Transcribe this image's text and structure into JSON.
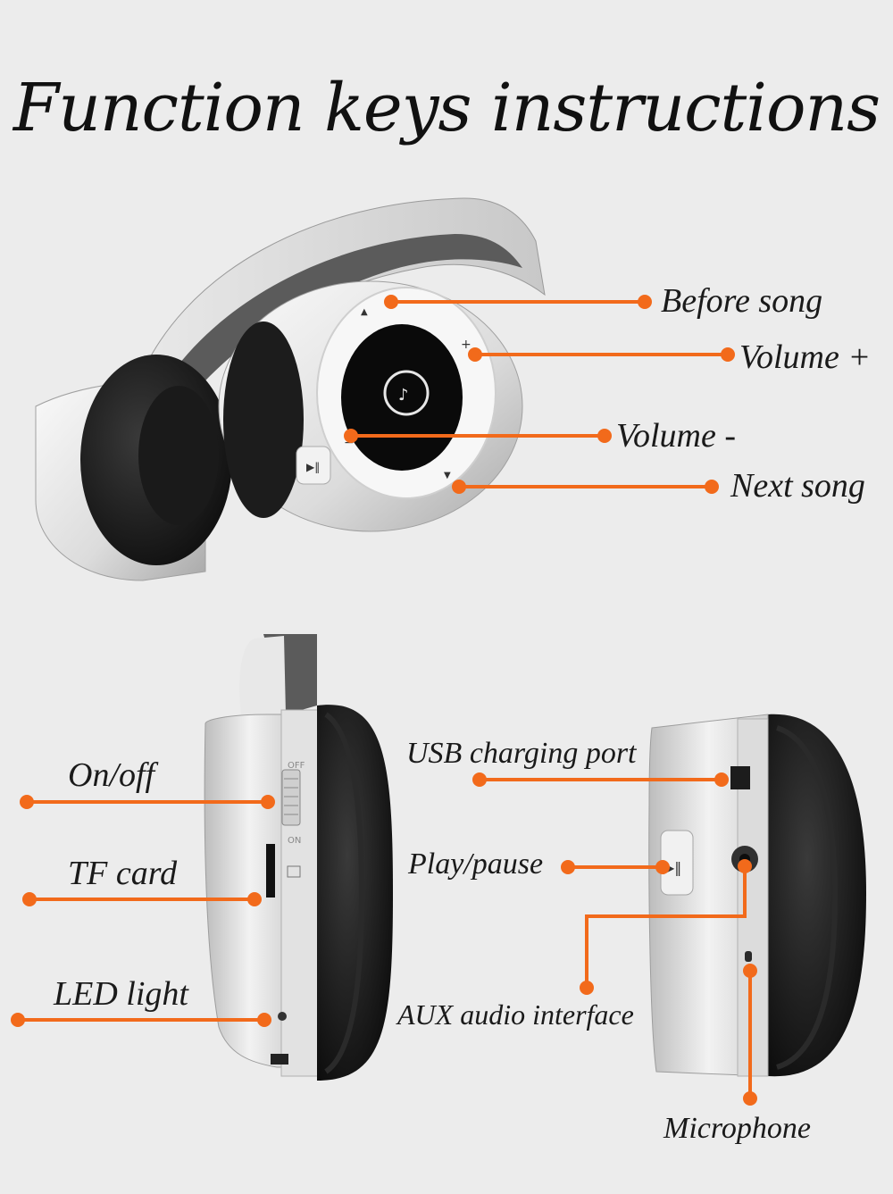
{
  "title": "Function keys instructions",
  "accent_color": "#f26a1b",
  "labels": {
    "before_song": "Before song",
    "volume_plus": "Volume +",
    "volume_minus": "Volume -",
    "next_song": "Next song",
    "on_off": "On/off",
    "tf_card": "TF card",
    "led_light": "LED light",
    "usb_port": "USB charging port",
    "play_pause": "Play/pause",
    "aux": "AUX audio interface",
    "microphone": "Microphone"
  },
  "switch_text": {
    "off": "OFF",
    "on": "ON"
  }
}
